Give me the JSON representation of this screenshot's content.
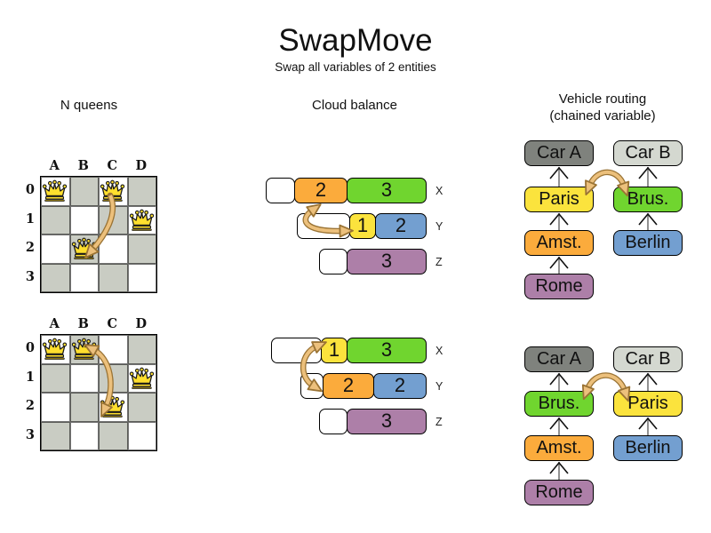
{
  "title": "SwapMove",
  "subtitle": "Swap all variables of 2 entities",
  "palette": {
    "orange": "#fbab3c",
    "yellow": "#fbe33d",
    "green": "#70d52f",
    "blue": "#739fd0",
    "purple": "#ad7fa8",
    "dark_gray": "#7f827d",
    "light_gray": "#d4d8d0",
    "board_gray": "#c9ccc3",
    "arrow_tan": "#ecc07c",
    "arrow_tan_outline": "#9a7334"
  },
  "nqueens": {
    "heading": "N queens",
    "columns": [
      "A",
      "B",
      "C",
      "D"
    ],
    "rows": [
      "0",
      "1",
      "2",
      "3"
    ],
    "boards": [
      {
        "name": "before",
        "queens": [
          "A0",
          "C0",
          "D1",
          "B2"
        ]
      },
      {
        "name": "after",
        "queens": [
          "A0",
          "B0",
          "D1",
          "C2"
        ]
      }
    ]
  },
  "cloud": {
    "heading": "Cloud balance",
    "states": [
      {
        "name": "before",
        "rows": [
          {
            "label": "X",
            "segments": [
              {
                "kind": "empty",
                "w": 33
              },
              {
                "kind": "process",
                "color": "orange",
                "value": "2",
                "w": 60
              },
              {
                "kind": "process",
                "color": "green",
                "value": "3",
                "w": 90
              }
            ]
          },
          {
            "label": "Y",
            "segments": [
              {
                "kind": "empty",
                "w": 60
              },
              {
                "kind": "process",
                "color": "yellow",
                "value": "1",
                "w": 30
              },
              {
                "kind": "process",
                "color": "blue",
                "value": "2",
                "w": 58
              }
            ]
          },
          {
            "label": "Z",
            "segments": [
              {
                "kind": "empty",
                "w": 32
              },
              {
                "kind": "process",
                "color": "purple",
                "value": "3",
                "w": 90
              }
            ]
          }
        ]
      },
      {
        "name": "after",
        "rows": [
          {
            "label": "X",
            "segments": [
              {
                "kind": "empty",
                "w": 57
              },
              {
                "kind": "process",
                "color": "yellow",
                "value": "1",
                "w": 30
              },
              {
                "kind": "process",
                "color": "green",
                "value": "3",
                "w": 90
              }
            ]
          },
          {
            "label": "Y",
            "segments": [
              {
                "kind": "empty",
                "w": 26
              },
              {
                "kind": "process",
                "color": "orange",
                "value": "2",
                "w": 58
              },
              {
                "kind": "process",
                "color": "blue",
                "value": "2",
                "w": 60
              }
            ]
          },
          {
            "label": "Z",
            "segments": [
              {
                "kind": "empty",
                "w": 32
              },
              {
                "kind": "process",
                "color": "purple",
                "value": "3",
                "w": 90
              }
            ]
          }
        ]
      }
    ]
  },
  "vehicle": {
    "heading_line1": "Vehicle routing",
    "heading_line2": "(chained variable)",
    "states": [
      {
        "name": "before",
        "chains": [
          {
            "boxes": [
              {
                "label": "Car A",
                "color": "dark_gray"
              },
              {
                "label": "Paris",
                "color": "yellow"
              },
              {
                "label": "Amst.",
                "color": "orange"
              },
              {
                "label": "Rome",
                "color": "purple"
              }
            ]
          },
          {
            "boxes": [
              {
                "label": "Car B",
                "color": "light_gray"
              },
              {
                "label": "Brus.",
                "color": "green"
              },
              {
                "label": "Berlin",
                "color": "blue"
              }
            ]
          }
        ]
      },
      {
        "name": "after",
        "chains": [
          {
            "boxes": [
              {
                "label": "Car A",
                "color": "dark_gray"
              },
              {
                "label": "Brus.",
                "color": "green"
              },
              {
                "label": "Amst.",
                "color": "orange"
              },
              {
                "label": "Rome",
                "color": "purple"
              }
            ]
          },
          {
            "boxes": [
              {
                "label": "Car B",
                "color": "light_gray"
              },
              {
                "label": "Paris",
                "color": "yellow"
              },
              {
                "label": "Berlin",
                "color": "blue"
              }
            ]
          }
        ]
      }
    ]
  }
}
